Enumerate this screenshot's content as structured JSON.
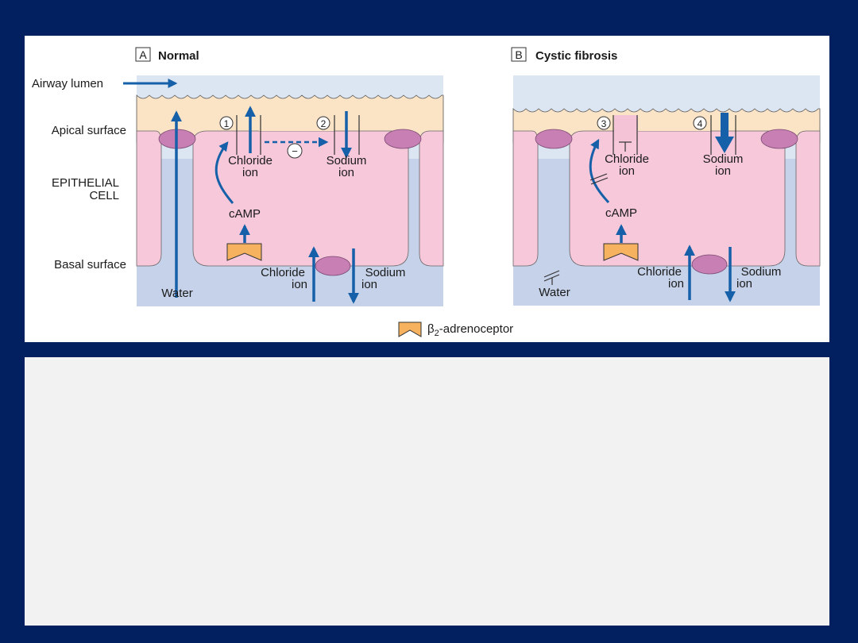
{
  "panel_a": {
    "letter": "A",
    "title": "Normal"
  },
  "panel_b": {
    "letter": "B",
    "title": "Cystic fibrosis"
  },
  "left_labels": {
    "airway_lumen": "Airway lumen",
    "apical_surface": "Apical surface",
    "epithelial_line1": "EPITHELIAL",
    "epithelial_line2": "CELL",
    "basal_surface": "Basal surface"
  },
  "a_labels": {
    "chloride": "Chloride",
    "ion1": "ion",
    "sodium": "Sodium",
    "ion2": "ion",
    "camp": "cAMP",
    "chloride_basal": "Chloride",
    "ion3": "ion",
    "sodium_basal": "Sodium",
    "ion4": "ion",
    "water": "Water",
    "marker1": "1",
    "marker2": "2",
    "inhibit": "−"
  },
  "b_labels": {
    "chloride": "Chloride",
    "ion1": "ion",
    "sodium": "Sodium",
    "ion2": "ion",
    "camp": "cAMP",
    "chloride_basal": "Chloride",
    "ion3": "ion",
    "sodium_basal": "Sodium",
    "ion4": "ion",
    "water": "Water",
    "marker3": "3",
    "marker4": "4"
  },
  "legend": {
    "beta": "β",
    "sub": "2",
    "rest": "-adrenoceptor"
  },
  "colors": {
    "background": "#022060",
    "lumen": "#dce6f3",
    "basal_fluid": "#c5d2e9",
    "apical_layer": "#fbe3c6",
    "cell": "#f7c8da",
    "junction": "#c87fb3",
    "arrow": "#1560a8",
    "receptor": "#f6b25e"
  }
}
